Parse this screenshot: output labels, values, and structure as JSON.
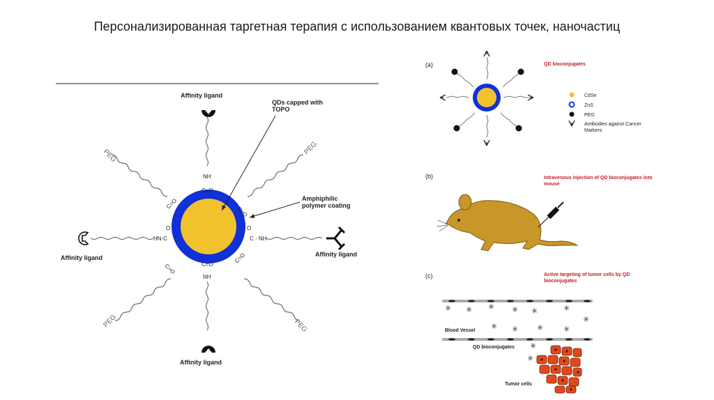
{
  "title": "Персонализированная таргетная терапия с использованием квантовых точек, наночастиц",
  "left": {
    "affinity_ligand": "Affinity ligand",
    "peg": "PEG",
    "nh": "NH",
    "co": "C=O",
    "c": "C",
    "o": "O",
    "hn_c": "HN-C",
    "c_nh": "C - NH",
    "qd_label_1": "QDs capped with",
    "qd_label_2": "TOPO",
    "amph_1": "Amphiphilic",
    "amph_2": "polymer coating"
  },
  "panel_a": {
    "tag": "(a)",
    "title": "QD bioconjugates",
    "legend": [
      "CdSe",
      "ZnS",
      "PEG",
      "Antibodies against Cancer",
      "Markers"
    ]
  },
  "panel_b": {
    "tag": "(b)",
    "title_1": "Intravenous injection of QD bioconjugates into",
    "title_2": "mouse"
  },
  "panel_c": {
    "tag": "(c)",
    "title_1": "Active targeting of tumor cells by QD",
    "title_2": "bioconjugates",
    "blood_vessel": "Blood Vessel",
    "qd_bioconjugates": "QD bioconjugates",
    "tumor_cells": "Tumor cells"
  },
  "colors": {
    "core": "#f2c12e",
    "shell": "#1030d8",
    "mouse": "#c9962a",
    "tumor": "#e04a1a",
    "accent_red": "#c0202a"
  }
}
